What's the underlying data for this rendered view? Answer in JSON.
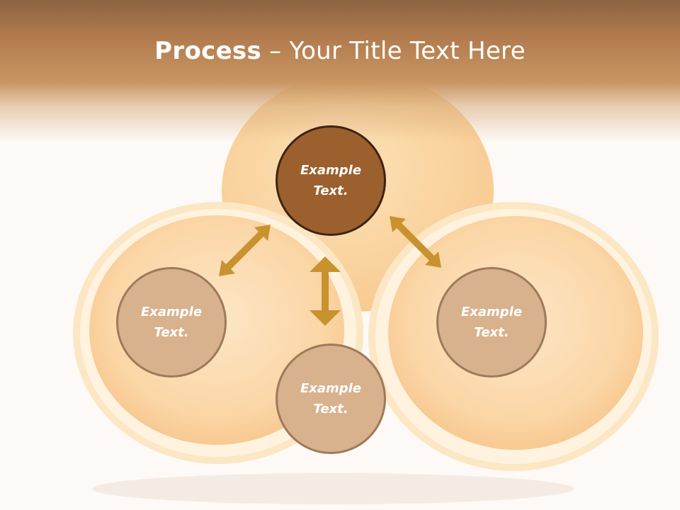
{
  "title": {
    "bold": "Process",
    "rest": " – Your Title Text Here"
  },
  "nodes": {
    "top": {
      "line1": "Example",
      "line2": "Text."
    },
    "left": {
      "line1": "Example",
      "line2": "Text."
    },
    "right": {
      "line1": "Example",
      "line2": "Text."
    },
    "bottom": {
      "line1": "Example",
      "line2": "Text."
    }
  },
  "colors": {
    "header": "#b07a4d",
    "accent_node": "#9b602e",
    "node": "#d8b28d",
    "arrow": "#c8922e"
  }
}
